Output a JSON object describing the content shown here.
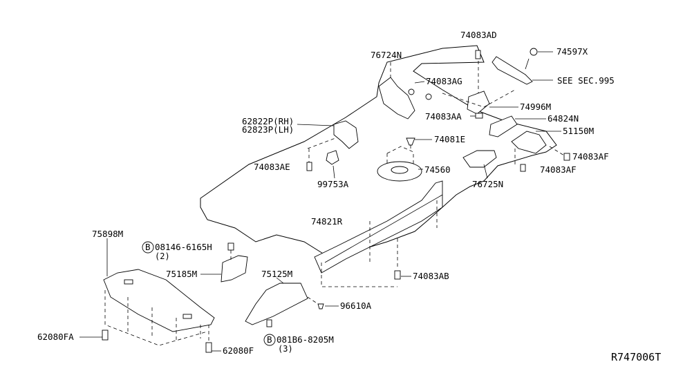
{
  "labels": {
    "p74083AD": "74083AD",
    "p74597X": "74597X",
    "p76724N": "76724N",
    "p74083AG": "74083AG",
    "pSEE": "SEE SEC.995",
    "p74996M": "74996M",
    "p74083AA": "74083AA",
    "p64824N": "64824N",
    "p62822P": "62822P(RH)",
    "p62823P": "62823P(LH)",
    "p51150M": "51150M",
    "p74081E": "74081E",
    "p74083AF1": "74083AF",
    "p74083AE": "74083AE",
    "p74560": "74560",
    "p74083AF2": "74083AF",
    "p99753A": "99753A",
    "p76725N": "76725N",
    "p74821R": "74821R",
    "p75898M": "75898M",
    "p08146": "08146-6165H",
    "p08146q": "(2)",
    "p75185M": "75185M",
    "p75125M": "75125M",
    "p74083AB": "74083AB",
    "p96610A": "96610A",
    "p62080FA": "62080FA",
    "p081B6": "081B6-8205M",
    "p081B6q": "(3)",
    "p62080F": "62080F",
    "badgeB1": "B",
    "badgeB2": "B"
  },
  "reference_code": "R747006T"
}
